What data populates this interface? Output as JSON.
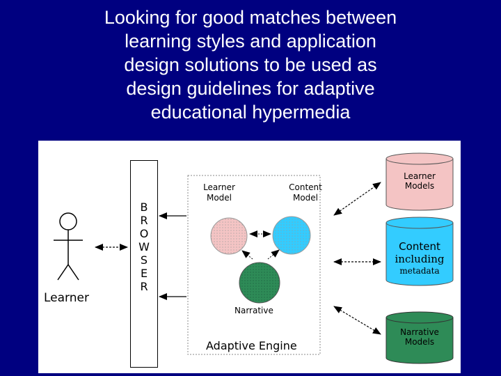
{
  "title": {
    "lines": [
      "Looking for good matches between",
      "learning styles and application",
      "design solutions to be used as",
      "design guidelines for adaptive",
      "educational hypermedia"
    ]
  },
  "diagram": {
    "learner_label": "Learner",
    "browser_letters": [
      "B",
      "R",
      "O",
      "W",
      "S",
      "E",
      "R"
    ],
    "engine": {
      "learner_model_label": [
        "Learner",
        "Model"
      ],
      "content_model_label": [
        "Content",
        "Model"
      ],
      "narrative_label": "Narrative",
      "engine_label": "Adaptive Engine"
    },
    "stores": {
      "learner_models": [
        "Learner",
        "Models"
      ],
      "content": [
        "Content",
        "including",
        "metadata"
      ],
      "narrative_models": [
        "Narrative",
        "Models"
      ]
    },
    "colors": {
      "slide_background": "#000080",
      "learner_model_circle": "#f4c4c4",
      "content_model_circle": "#33ccff",
      "narrative_circle": "#2e8b57",
      "learner_models_store": "#f4c4c4",
      "content_store": "#33ccff",
      "narrative_models_store": "#2e8b57"
    }
  }
}
